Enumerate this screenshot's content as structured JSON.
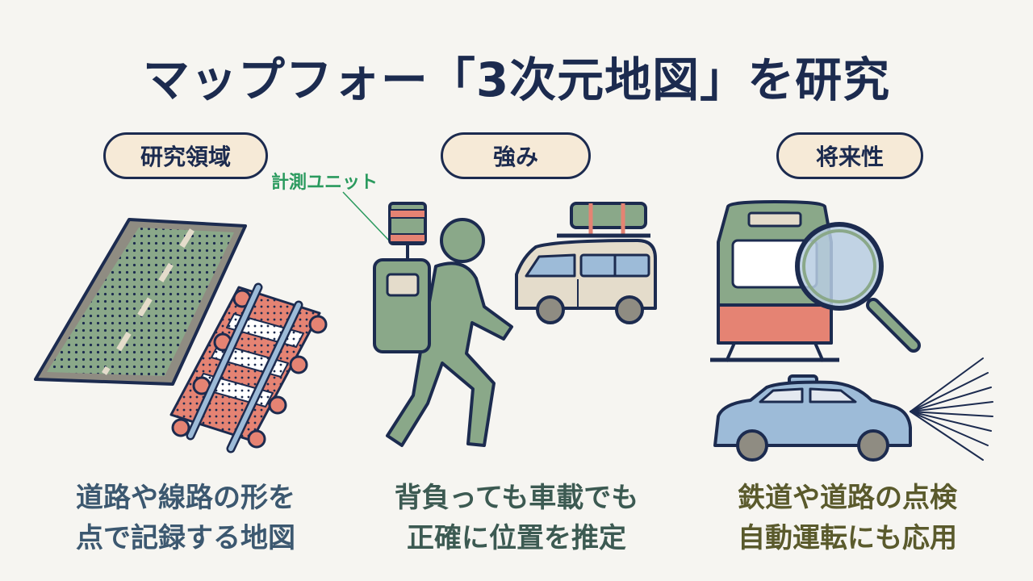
{
  "title": "マップフォー「3次元地図」を研究",
  "callout_label": "計測ユニット",
  "columns": [
    {
      "heading": "研究領域",
      "caption": [
        "道路や線路の形を",
        "点で記録する地図"
      ]
    },
    {
      "heading": "強み",
      "caption": [
        "背負っても車載でも",
        "正確に位置を推定"
      ]
    },
    {
      "heading": "将来性",
      "caption": [
        "鉄道や道路の点検",
        "自動運転にも応用"
      ]
    }
  ],
  "colors": {
    "title": "#1c2b4f",
    "caption_1": "#3c5870",
    "caption_2": "#3c5a52",
    "caption_3": "#5a5a2c",
    "green": "#8aa889",
    "red": "#e58373",
    "blue": "#9dbbd8",
    "beige": "#e4dccb",
    "callout": "#2a9a5e"
  }
}
